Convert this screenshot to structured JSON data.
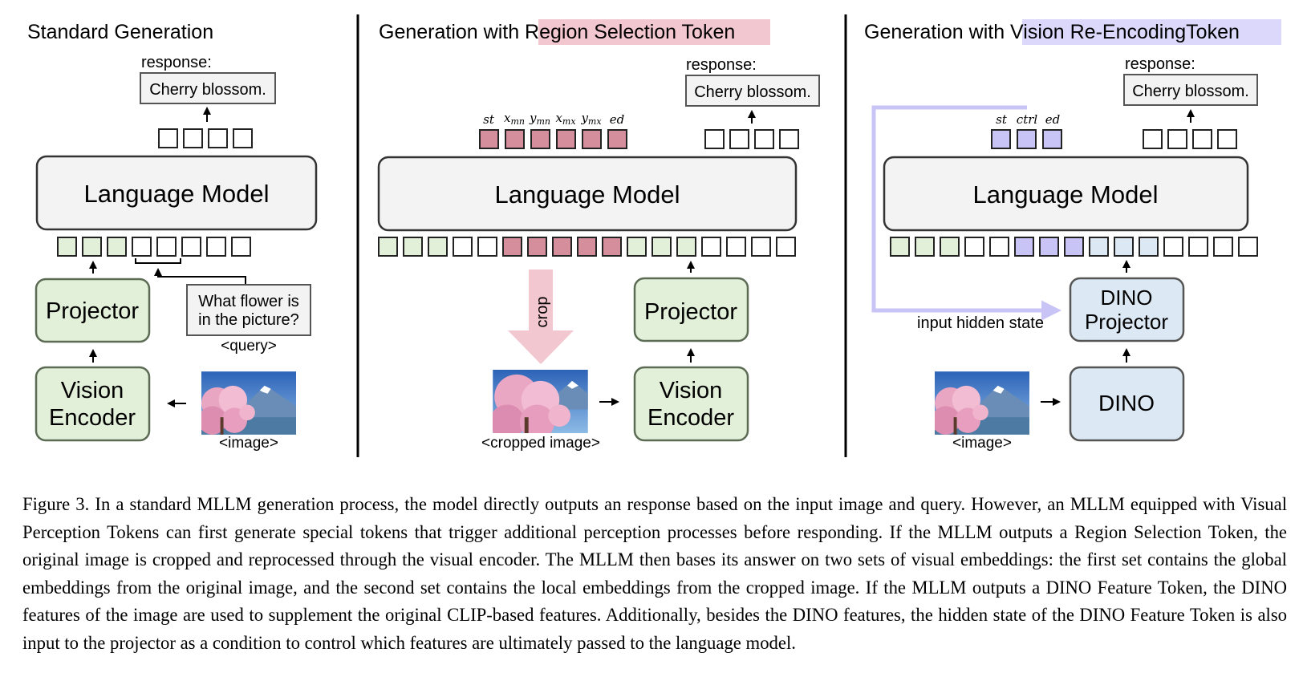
{
  "panels": {
    "standard": {
      "title": "Standard Generation",
      "response_label": "response:",
      "response_text": "Cherry blossom.",
      "lm": "Language Model",
      "projector": "Projector",
      "encoder_line1": "Vision",
      "encoder_line2": "Encoder",
      "query_line1": "What flower is",
      "query_line2": "in the picture?",
      "query_tag": "<query>",
      "image_tag": "<image>"
    },
    "region": {
      "title_prefix": "Generation with ",
      "title_highlight": "Region Selection Token",
      "response_label": "response:",
      "response_text": "Cherry blossom.",
      "lm": "Language Model",
      "token_st": "st",
      "token_xmn_base": "x",
      "token_xmn_sub": "mn",
      "token_ymn_base": "y",
      "token_ymn_sub": "mn",
      "token_xmx_base": "x",
      "token_xmx_sub": "mx",
      "token_ymx_base": "y",
      "token_ymx_sub": "mx",
      "token_ed": "ed",
      "crop": "crop",
      "projector": "Projector",
      "encoder_line1": "Vision",
      "encoder_line2": "Encoder",
      "cropped_tag": "<cropped image>"
    },
    "vision": {
      "title_prefix": "Generation with ",
      "title_highlight": "Vision Re-EncodingToken",
      "response_label": "response:",
      "response_text": "Cherry blossom.",
      "lm": "Language Model",
      "token_st": "st",
      "token_ctrl": "ctrl",
      "token_ed": "ed",
      "hidden_state": "input hidden state",
      "dino_proj_line1": "DINO",
      "dino_proj_line2": "Projector",
      "dino": "DINO",
      "image_tag": "<image>"
    }
  },
  "caption": "Figure 3. In a standard MLLM generation process, the model directly outputs an response based on the input image and query. However, an MLLM equipped with Visual Perception Tokens can first generate special tokens that trigger additional perception processes before responding. If the MLLM outputs a Region Selection Token, the original image is cropped and reprocessed through the visual encoder. The MLLM then bases its answer on two sets of visual embeddings: the first set contains the global embeddings from the original image, and the second set contains the local embeddings from the cropped image. If the MLLM outputs a DINO Feature Token, the DINO features of the image are used to supplement the original CLIP-based features. Additionally, besides the DINO features, the hidden state of the DINO Feature Token is also input to the projector as a condition to control which features are ultimately passed to the language model.",
  "colors": {
    "green_fill": "#e2efd9",
    "green_stroke": "#5b6b54",
    "pink_fill": "#d58e9c",
    "pink_highlight": "#f3c7cf",
    "lavender_fill": "#c9c4f6",
    "lavender_highlight": "#dcd8fb",
    "blue_fill": "#dce9f5",
    "grey_fill": "#f3f3f3",
    "box_stroke": "#333333"
  },
  "icons": [
    "up-arrow-icon",
    "left-arrow-icon",
    "right-arrow-icon",
    "crop-arrow-icon",
    "cherry-blossom-photo"
  ]
}
